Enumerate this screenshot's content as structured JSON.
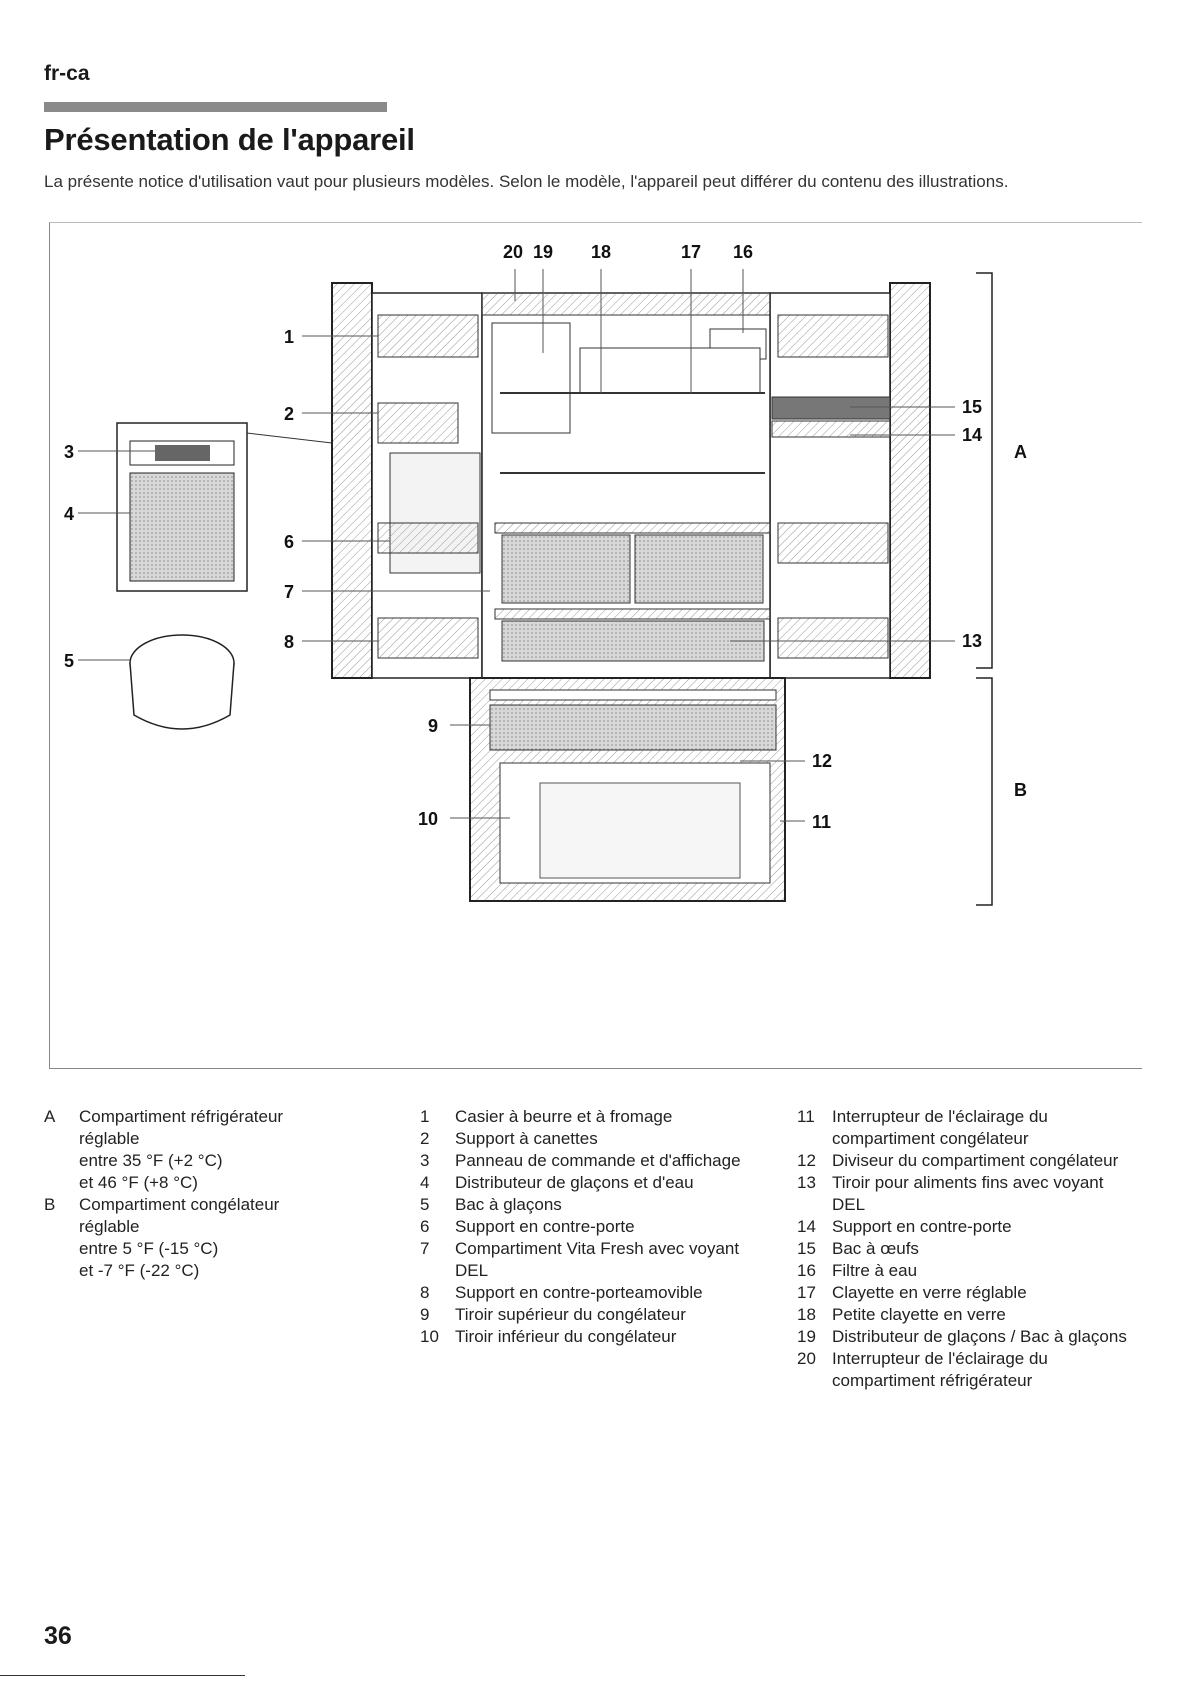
{
  "header": {
    "lang": "fr-ca",
    "title": "Présentation de l'appareil",
    "intro": "La présente notice d'utilisation vaut pour plusieurs modèles. Selon le modèle, l'appareil peut différer du contenu des illustrations."
  },
  "figure": {
    "callouts": [
      "1",
      "2",
      "3",
      "4",
      "5",
      "6",
      "7",
      "8",
      "9",
      "10",
      "11",
      "12",
      "13",
      "14",
      "15",
      "16",
      "17",
      "18",
      "19",
      "20"
    ],
    "zones": [
      "A",
      "B"
    ]
  },
  "legend_zones": [
    {
      "key": "A",
      "lines": [
        "Compartiment réfrigérateur",
        "réglable",
        "entre 35 °F (+2 °C)",
        "et 46 °F (+8 °C)"
      ]
    },
    {
      "key": "B",
      "lines": [
        "Compartiment congélateur",
        "réglable",
        "entre 5 °F (-15 °C)",
        "et -7 °F (-22 °C)"
      ]
    }
  ],
  "legend_items_col1": [
    {
      "key": "1",
      "text": "Casier à beurre et à fromage"
    },
    {
      "key": "2",
      "text": "Support à canettes"
    },
    {
      "key": "3",
      "text": "Panneau de commande et d'affichage"
    },
    {
      "key": "4",
      "text": "Distributeur de glaçons et d'eau"
    },
    {
      "key": "5",
      "text": "Bac à glaçons"
    },
    {
      "key": "6",
      "text": "Support en contre-porte"
    },
    {
      "key": "7",
      "text": "Compartiment Vita Fresh avec voyant DEL"
    },
    {
      "key": "8",
      "text": "Support en contre-porteamovible"
    },
    {
      "key": "9",
      "text": "Tiroir supérieur du congélateur"
    },
    {
      "key": "10",
      "text": "Tiroir inférieur du congélateur"
    }
  ],
  "legend_items_col2": [
    {
      "key": "11",
      "text": "Interrupteur de l'éclairage du compartiment congélateur"
    },
    {
      "key": "12",
      "text": "Diviseur du compartiment congélateur"
    },
    {
      "key": "13",
      "text": "Tiroir pour aliments fins avec voyant DEL"
    },
    {
      "key": "14",
      "text": "Support en contre-porte"
    },
    {
      "key": "15",
      "text": "Bac à œufs"
    },
    {
      "key": "16",
      "text": "Filtre à eau"
    },
    {
      "key": "17",
      "text": "Clayette en verre réglable"
    },
    {
      "key": "18",
      "text": "Petite clayette en verre"
    },
    {
      "key": "19",
      "text": "Distributeur de glaçons / Bac à glaçons"
    },
    {
      "key": "20",
      "text": "Interrupteur de l'éclairage du compartiment réfrigérateur"
    }
  ],
  "footer": {
    "page_number": "36"
  }
}
